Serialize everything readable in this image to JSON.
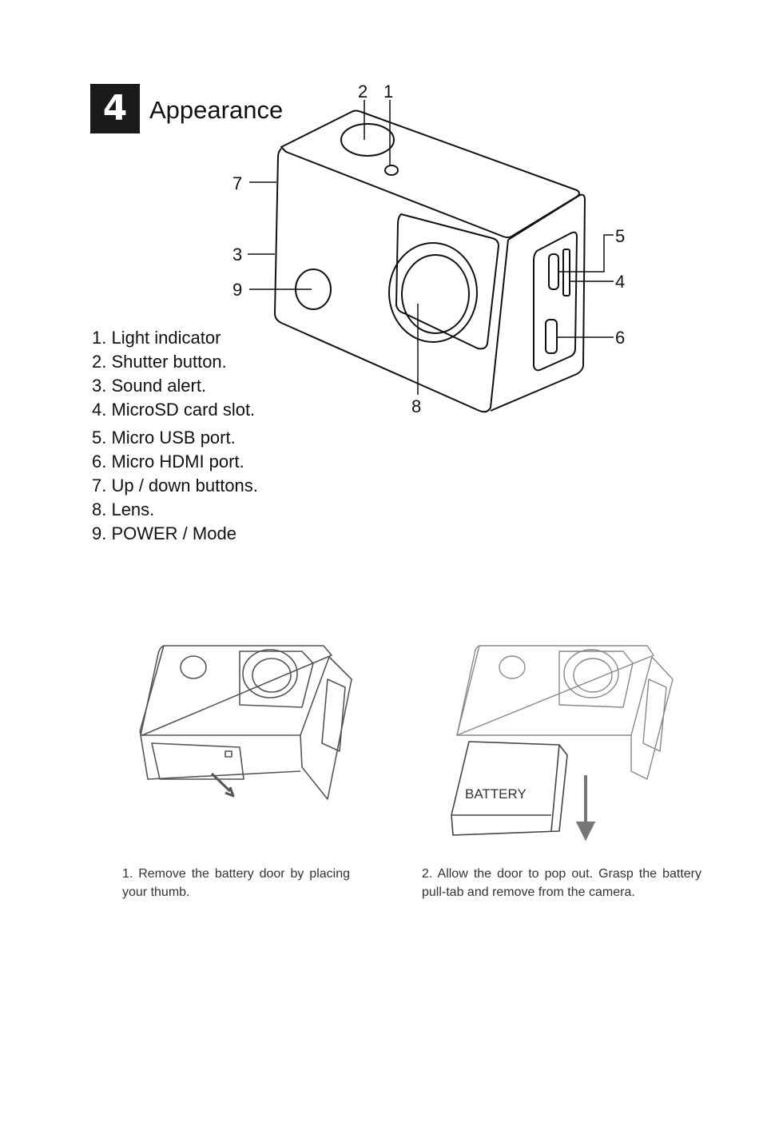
{
  "section": {
    "number": "4",
    "title": "Appearance"
  },
  "callouts": [
    "1",
    "2",
    "3",
    "4",
    "5",
    "6",
    "7",
    "8",
    "9"
  ],
  "parts": [
    "1. Light indicator",
    "2. Shutter button.",
    "3. Sound alert.",
    "4. MicroSD card slot.",
    "5. Micro USB port.",
    "6. Micro HDMI port.",
    "7. Up / down buttons.",
    "8. Lens.",
    "9. POWER / Mode"
  ],
  "battery_label": "BATTERY",
  "steps": [
    "1. Remove the battery door by placing your thumb.",
    "2. Allow the door to pop out. Grasp the battery pull-tab and remove from the camera."
  ]
}
